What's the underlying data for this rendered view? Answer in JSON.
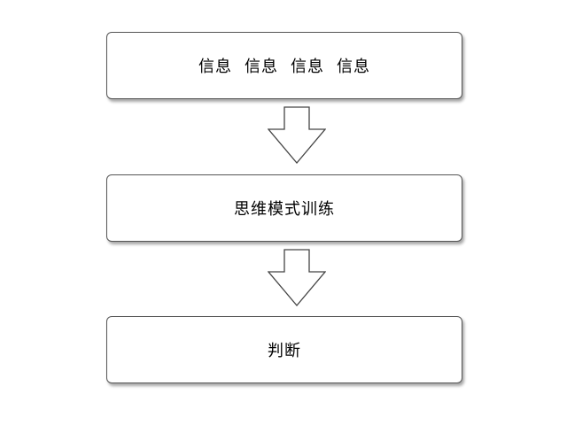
{
  "diagram": {
    "box1": {
      "words": [
        "信息",
        "信息",
        "信息",
        "信息"
      ]
    },
    "box2": {
      "label": "思维模式训练"
    },
    "box3": {
      "label": "判断"
    }
  },
  "colors": {
    "border": "#555555",
    "shadow": "#999999",
    "text": "#000000"
  },
  "icons": {
    "arrow": "down-arrow-icon"
  }
}
